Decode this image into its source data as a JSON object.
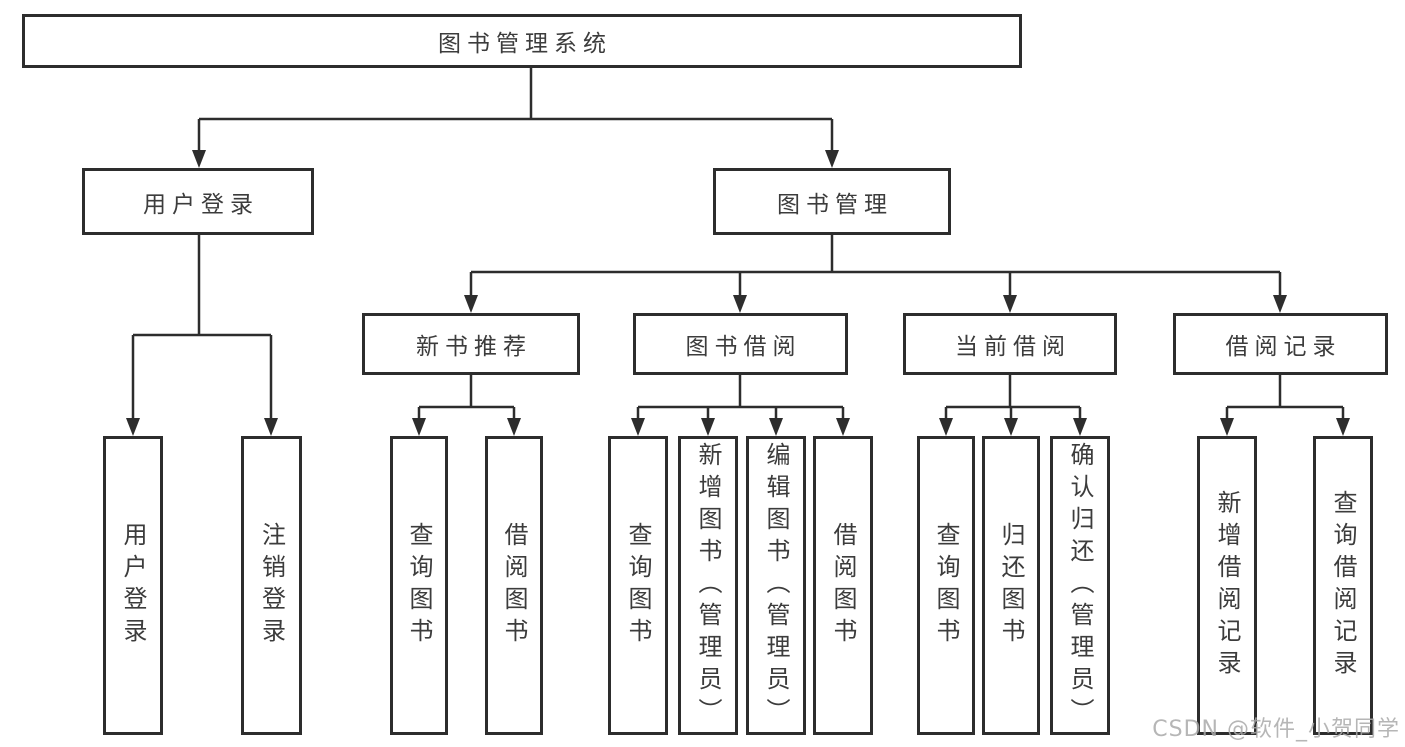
{
  "diagram": {
    "root": "图书管理系统",
    "branches": {
      "user_login": "用户登录",
      "book_management": "图书管理"
    },
    "book_management_children": {
      "new_book_recommend": "新书推荐",
      "book_borrow": "图书借阅",
      "current_borrow": "当前借阅",
      "borrow_records": "借阅记录"
    },
    "leaves": {
      "user_login": "用户登录",
      "logout": "注销登录",
      "nbr_query_books": "查询图书",
      "nbr_borrow_books": "借阅图书",
      "bb_query_books": "查询图书",
      "bb_add_books": "新增图书（管理员）",
      "bb_edit_books": "编辑图书（管理员）",
      "bb_borrow_books": "借阅图书",
      "cb_query_books": "查询图书",
      "cb_return_books": "归还图书",
      "cb_confirm_return": "确认归还（管理员）",
      "br_add_record": "新增借阅记录",
      "br_query_record": "查询借阅记录"
    }
  },
  "watermark": "CSDN @软件_小贺同学",
  "colors": {
    "line": "#2d2d2d",
    "text": "#3c3c3c",
    "box_background": "#ffffff",
    "watermark": "#aaaaaa"
  }
}
